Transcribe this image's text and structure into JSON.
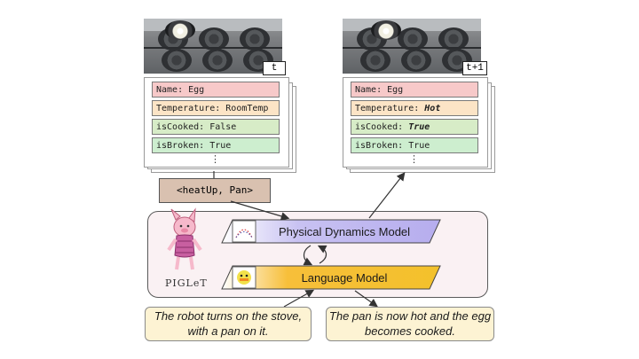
{
  "before": {
    "time_label": "t",
    "rows": [
      {
        "key": "Name",
        "value": "Egg"
      },
      {
        "key": "Temperature",
        "value": "RoomTemp"
      },
      {
        "key": "isCooked",
        "value": "False"
      },
      {
        "key": "isBroken",
        "value": "True"
      }
    ],
    "more": "⋮"
  },
  "after": {
    "time_label": "t+1",
    "rows": [
      {
        "key": "Name",
        "value": "Egg"
      },
      {
        "key": "Temperature",
        "value": "Hot"
      },
      {
        "key": "isCooked",
        "value": "True"
      },
      {
        "key": "isBroken",
        "value": "True"
      }
    ],
    "more": "⋮"
  },
  "action": "<heatUp, Pan>",
  "model": {
    "physical": "Physical Dynamics Model",
    "language": "Language Model",
    "logo_text": "PIGLeT"
  },
  "input_text": "The robot turns on the stove, with a pan on it.",
  "output_text": "The pan is now hot and the egg becomes cooked.",
  "colors": {
    "name_row": "#f7c9c9",
    "temp_row": "#fce4c6",
    "cooked_row": "#d7ecc7",
    "broken_row": "#cdeecf",
    "action_box": "#d9c1b0",
    "panel": "#faf1f3",
    "physical_model": "#c8c2f2",
    "language_model": "#f3b431",
    "text_bubble": "#fdf3d3"
  }
}
